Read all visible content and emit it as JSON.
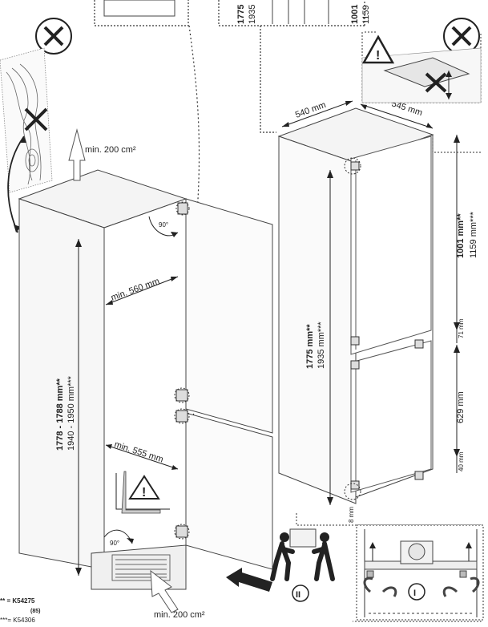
{
  "install": {
    "top_left_fragments": [],
    "top_callout": {
      "line1": "1775",
      "line2": "1935",
      "line3": "1001",
      "line4": "1159"
    },
    "niche": {
      "vent_top": "min. 200 cm²",
      "vent_bottom": "min. 200 cm²",
      "depth_upper": "min. 560 mm",
      "depth_lower": "min. 555 mm",
      "height_a": "1778 - 1788 mm**",
      "height_b": "1940 - 1950 mm***",
      "angle_upper": "90°",
      "angle_lower": "90°"
    },
    "fridge": {
      "width": "540 mm",
      "depth": "545 mm",
      "height_a": "1775 mm**",
      "height_b": "1935 mm***",
      "upper_a": "1001 mm**",
      "upper_b": "1159 mm***",
      "gap": "71 mm",
      "lower": "629 mm",
      "base": "40 mm",
      "foot": "8 mm"
    },
    "steps": {
      "step1": "I",
      "step2": "II"
    },
    "footnotes": {
      "line1": "** = K54275",
      "line2": "(85)",
      "line3": "***= K54306"
    },
    "icons": {
      "prohibited": "circle-cross-icon",
      "warning": "warning-triangle-icon",
      "wood": "wood-grain-icon",
      "persons": "two-people-carrying-icon",
      "arrow": "push-arrow-icon"
    }
  }
}
